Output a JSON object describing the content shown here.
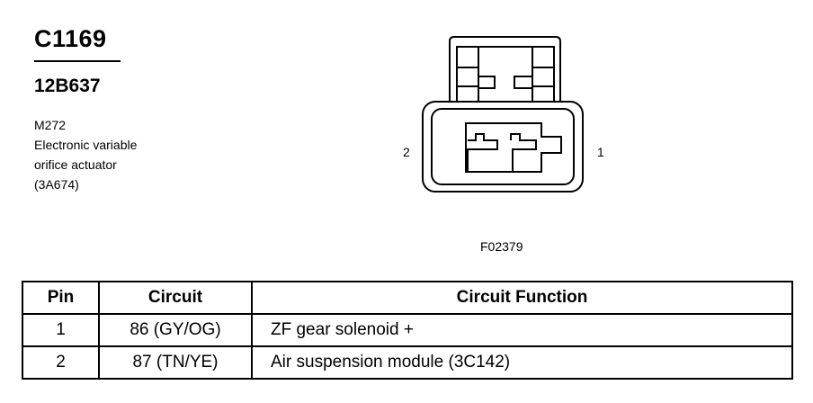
{
  "header": {
    "connector_id": "C1169",
    "part_number": "12B637",
    "description_lines": [
      "M272",
      "Electronic variable",
      "orifice actuator",
      "(3A674)"
    ]
  },
  "diagram": {
    "pin_left_label": "2",
    "pin_right_label": "1",
    "figure_ref": "F02379"
  },
  "table": {
    "headers": [
      "Pin",
      "Circuit",
      "Circuit Function"
    ],
    "rows": [
      {
        "pin": "1",
        "circuit": "86 (GY/OG)",
        "function": "ZF gear solenoid +"
      },
      {
        "pin": "2",
        "circuit": "87 (TN/YE)",
        "function": "Air suspension module (3C142)"
      }
    ]
  }
}
